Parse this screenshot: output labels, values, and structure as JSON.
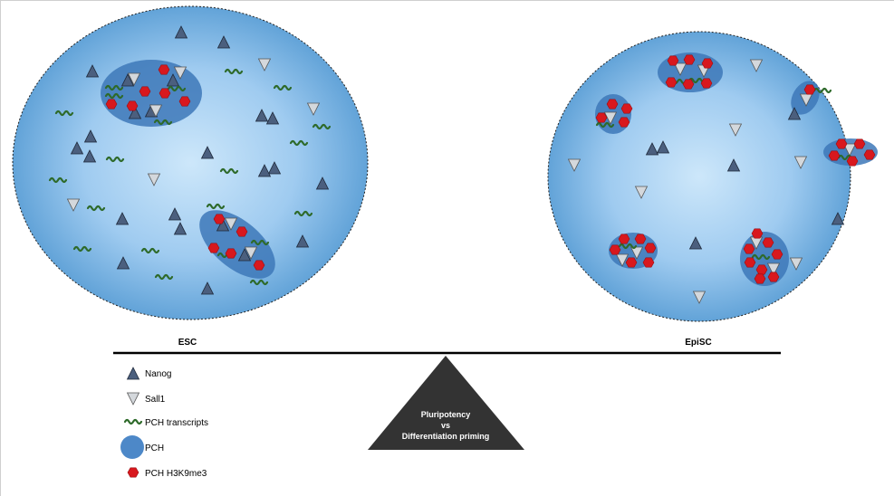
{
  "nuclei": {
    "esc": {
      "label": "ESC"
    },
    "episc": {
      "label": "EpiSC"
    }
  },
  "fulcrum": {
    "line1": "Pluripotency",
    "line2": "vs",
    "line3": "Differentiation priming"
  },
  "legend": {
    "items": [
      {
        "icon": "nanog-triangle-icon",
        "label": "Nanog"
      },
      {
        "icon": "sall1-triangle-icon",
        "label": "Sall1"
      },
      {
        "icon": "pch-transcript-wave-icon",
        "label": "PCH transcripts"
      },
      {
        "icon": "pch-circle-icon",
        "label": "PCH"
      },
      {
        "icon": "h3k9me3-hexagon-icon",
        "label": "PCH H3K9me3"
      }
    ]
  },
  "colors": {
    "nucleus_center": "#c8e4f8",
    "nucleus_edge": "#62a3d8",
    "pch_domain": "#3d78b8",
    "nanog": "#4b5f7e",
    "sall1": "#d4d8dc",
    "transcript": "#2e6a2a",
    "h3k9me3": "#d8181e",
    "fulcrum": "#333333"
  }
}
